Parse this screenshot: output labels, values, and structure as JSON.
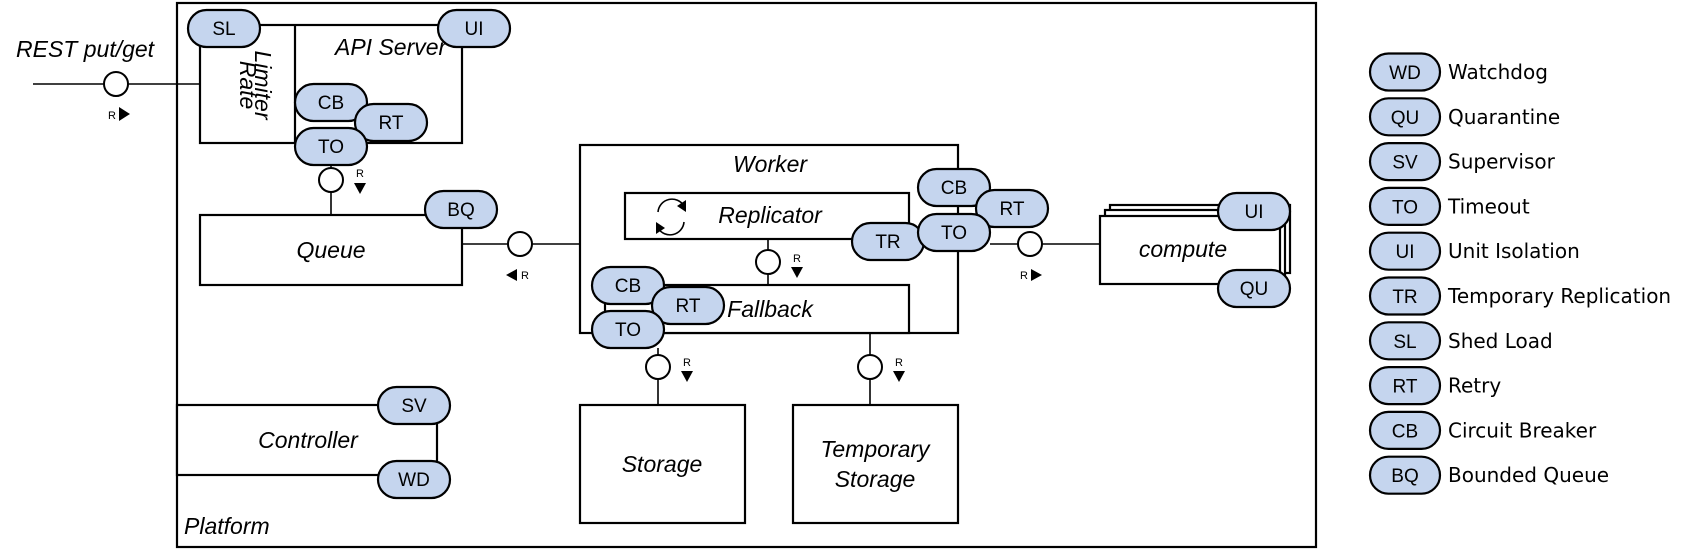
{
  "labels": {
    "rest": "REST put/get",
    "rate": "Rate",
    "limiter": "Limiter",
    "api_server": "API Server",
    "queue": "Queue",
    "worker": "Worker",
    "replicator": "Replicator",
    "fallback": "Fallback",
    "compute": "compute",
    "controller": "Controller",
    "storage": "Storage",
    "temp_storage_1": "Temporary",
    "temp_storage_2": "Storage",
    "platform": "Platform",
    "r": "R"
  },
  "badges": {
    "sl": "SL",
    "ui": "UI",
    "cb": "CB",
    "rt": "RT",
    "to": "TO",
    "bq": "BQ",
    "tr": "TR",
    "qu": "QU",
    "sv": "SV",
    "wd": "WD"
  },
  "legend": [
    {
      "code": "WD",
      "name": "Watchdog"
    },
    {
      "code": "QU",
      "name": "Quarantine"
    },
    {
      "code": "SV",
      "name": "Supervisor"
    },
    {
      "code": "TO",
      "name": "Timeout"
    },
    {
      "code": "UI",
      "name": "Unit Isolation"
    },
    {
      "code": "TR",
      "name": "Temporary Replication"
    },
    {
      "code": "SL",
      "name": "Shed Load"
    },
    {
      "code": "RT",
      "name": "Retry"
    },
    {
      "code": "CB",
      "name": "Circuit Breaker"
    },
    {
      "code": "BQ",
      "name": "Bounded Queue"
    }
  ],
  "colors": {
    "badge_fill": "#c5d5ee",
    "stroke": "#000000",
    "background": "#ffffff"
  }
}
